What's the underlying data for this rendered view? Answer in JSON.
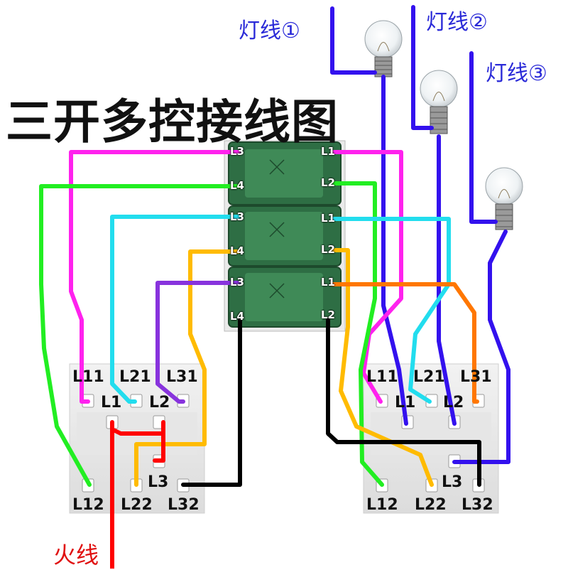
{
  "diagram": {
    "title": "三开多控接线图",
    "lamp_labels": [
      "灯线①",
      "灯线②",
      "灯线③"
    ],
    "live_label": "火线",
    "switch_terminals_top": [
      "L11",
      "L21",
      "L31"
    ],
    "switch_terminals_mid": [
      "L1",
      "L2"
    ],
    "switch_terminals_l3": "L3",
    "switch_terminals_bottom": [
      "L12",
      "L22",
      "L32"
    ],
    "module_left_labels": [
      "L3",
      "L4"
    ],
    "module_right_labels": [
      "L1",
      "L2"
    ],
    "wire_colors": {
      "magenta": "#ff22ee",
      "green": "#22ee22",
      "cyan": "#22ddee",
      "yellow": "#ffbb00",
      "purple": "#8833dd",
      "blue": "#3311ee",
      "black": "#000000",
      "orange": "#ff7700",
      "red": "#ff0000"
    }
  }
}
